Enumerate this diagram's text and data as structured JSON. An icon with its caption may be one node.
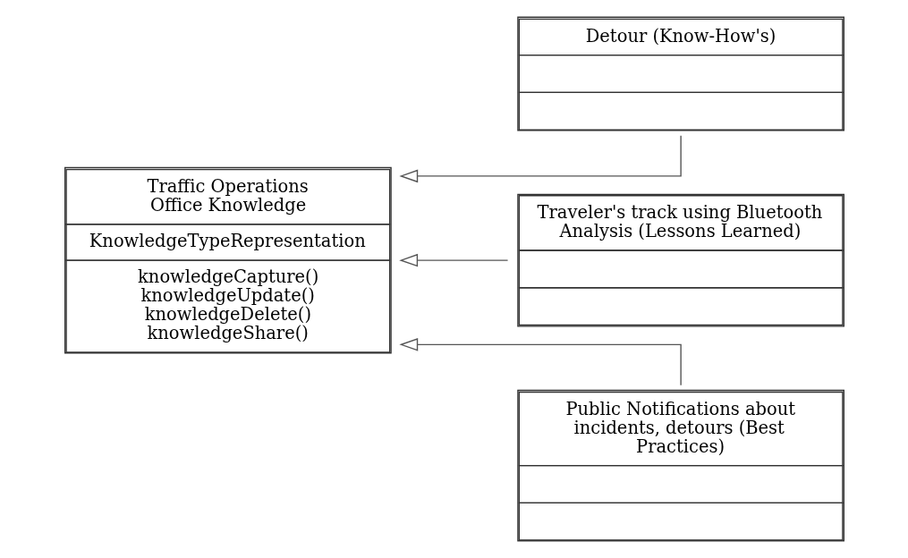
{
  "diagram": {
    "nodes": [
      {
        "text": [
          "Traffic Operations Office Knowledge",
          "KnowledgeTypeRepresentation",
          "knowledgeCapture()",
          "knowledgeUpdate()",
          "knowledgeDelete()",
          "knowledgeShare()"
        ]
      },
      {
        "text": [
          "Detour (Know-How's)"
        ]
      },
      {
        "text": [
          "Traveler's track using Bluetooth Analysis (Lessons Learned)"
        ]
      },
      {
        "text": [
          "Public Notifications about incidents, detours (Best Practices)"
        ]
      }
    ],
    "edges": [
      {
        "from": 1,
        "to": 0,
        "arrow": "to"
      },
      {
        "from": 2,
        "to": 0,
        "arrow": "to"
      },
      {
        "from": 3,
        "to": 0,
        "arrow": "to"
      }
    ]
  }
}
